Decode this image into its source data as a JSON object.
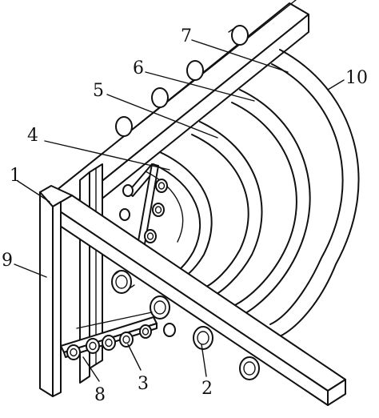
{
  "figure": {
    "labels": [
      "1",
      "2",
      "3",
      "4",
      "5",
      "6",
      "7",
      "8",
      "9",
      "10"
    ],
    "colors": {
      "ink": "#111111",
      "paper": "#ffffff"
    }
  }
}
